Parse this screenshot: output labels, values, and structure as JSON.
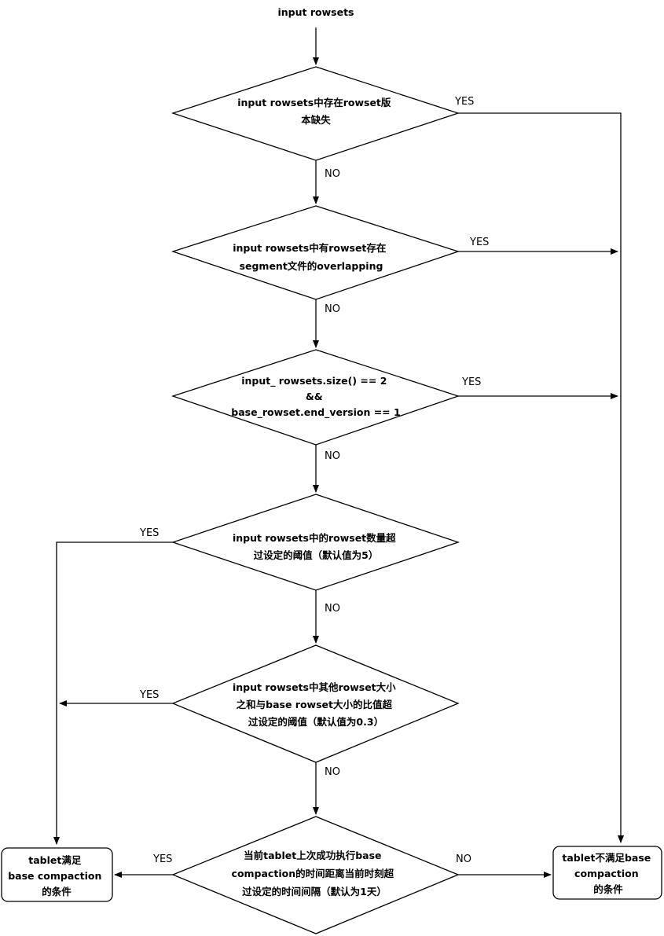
{
  "diagram": {
    "start_label": "input rowsets",
    "decisions": [
      {
        "id": "d1",
        "lines": [
          "input rowsets中存在rowset版",
          "本缺失"
        ],
        "yes_label": "YES",
        "no_label": "NO"
      },
      {
        "id": "d2",
        "lines": [
          "input rowsets中有rowset存在",
          "segment文件的overlapping"
        ],
        "yes_label": "YES",
        "no_label": "NO"
      },
      {
        "id": "d3",
        "lines": [
          "input_ rowsets.size() == 2",
          "&&",
          "base_rowset.end_version == 1"
        ],
        "yes_label": "YES",
        "no_label": "NO"
      },
      {
        "id": "d4",
        "lines": [
          "input  rowsets中的rowset数量超",
          "过设定的阈值（默认值为5）"
        ],
        "yes_label": "YES",
        "no_label": "NO"
      },
      {
        "id": "d5",
        "lines": [
          "input  rowsets中其他rowset大小",
          "之和与base rowset大小的比值超",
          "过设定的阈值（默认值为0.3）"
        ],
        "yes_label": "YES",
        "no_label": "NO"
      },
      {
        "id": "d6",
        "lines": [
          "当前tablet上次成功执行base",
          "compaction的时间距离当前时刻超",
          "过设定的时间间隔（默认为1天）"
        ],
        "yes_label": "YES",
        "no_label": "NO"
      }
    ],
    "outcome_satisfied": [
      "tablet满足",
      "base compaction",
      "的条件"
    ],
    "outcome_not_satisfied": [
      "tablet不满足base",
      "compaction",
      "的条件"
    ]
  }
}
